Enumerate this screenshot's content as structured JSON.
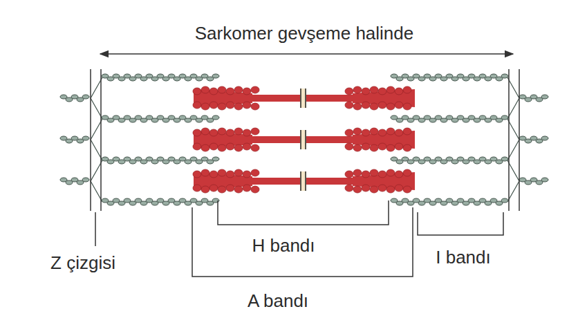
{
  "diagram": {
    "title": "Sarkomer gevşeme halinde",
    "labels": [
      "Z çizgisi",
      "H bandı",
      "I bandı",
      "A bandı"
    ]
  }
}
